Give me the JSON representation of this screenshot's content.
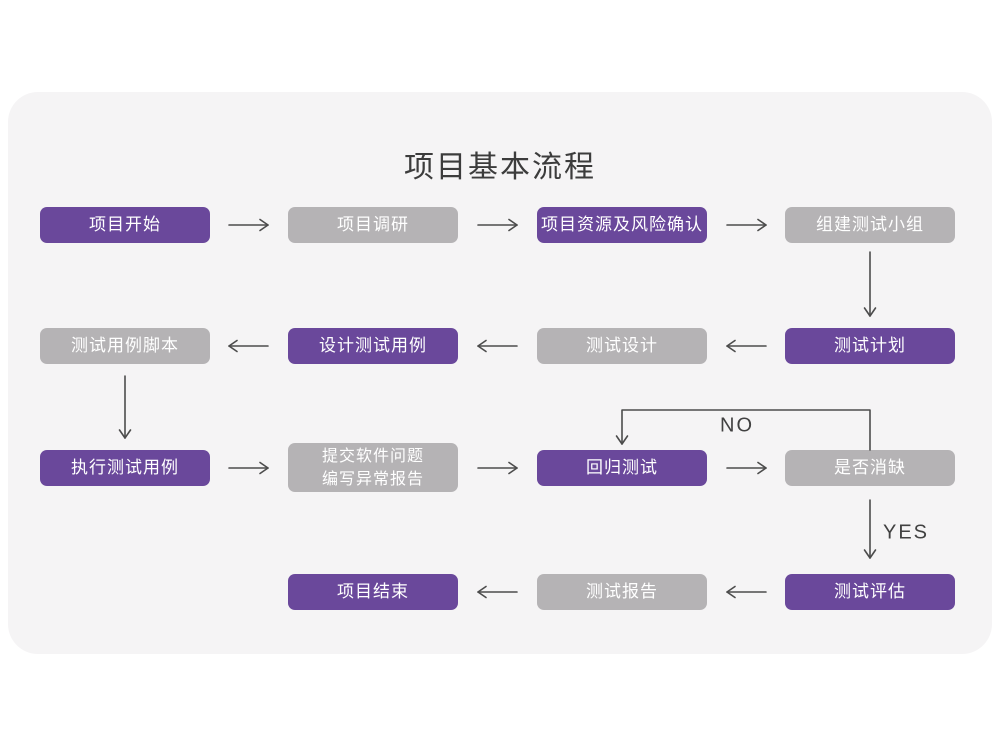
{
  "title": "项目基本流程",
  "colors": {
    "purple": "#6A489B",
    "gray": "#B5B3B5",
    "card": "#F5F4F5",
    "arrow": "#4C4C4C",
    "label": "#414141",
    "title": "#3C3C3C",
    "box_text": "#FFFFFF"
  },
  "flowchart": {
    "nodes": [
      {
        "id": "project-start",
        "label": "项目开始",
        "variant": "purple",
        "col": 0,
        "row": 0
      },
      {
        "id": "project-research",
        "label": "项目调研",
        "variant": "gray",
        "col": 1,
        "row": 0
      },
      {
        "id": "resource-risk",
        "label": "项目资源及风险确认",
        "variant": "purple",
        "col": 2,
        "row": 0
      },
      {
        "id": "build-test-team",
        "label": "组建测试小组",
        "variant": "gray",
        "col": 3,
        "row": 0
      },
      {
        "id": "test-plan",
        "label": "测试计划",
        "variant": "purple",
        "col": 3,
        "row": 1
      },
      {
        "id": "test-design",
        "label": "测试设计",
        "variant": "gray",
        "col": 2,
        "row": 1
      },
      {
        "id": "design-test-cases",
        "label": "设计测试用例",
        "variant": "purple",
        "col": 1,
        "row": 1
      },
      {
        "id": "test-case-script",
        "label": "测试用例脚本",
        "variant": "gray",
        "col": 0,
        "row": 1
      },
      {
        "id": "execute-test-cases",
        "label": "执行测试用例",
        "variant": "purple",
        "col": 0,
        "row": 2
      },
      {
        "id": "submit-issue-report",
        "label": "提交软件问题 编写异常报告",
        "lines": [
          "提交软件问题",
          "编写异常报告"
        ],
        "variant": "gray",
        "col": 1,
        "row": 2,
        "tall": true
      },
      {
        "id": "regression-test",
        "label": "回归测试",
        "variant": "purple",
        "col": 2,
        "row": 2
      },
      {
        "id": "defect-cleared",
        "label": "是否消缺",
        "variant": "gray",
        "col": 3,
        "row": 2
      },
      {
        "id": "test-evaluation",
        "label": "测试评估",
        "variant": "purple",
        "col": 3,
        "row": 3
      },
      {
        "id": "test-report",
        "label": "测试报告",
        "variant": "gray",
        "col": 2,
        "row": 3
      },
      {
        "id": "project-end",
        "label": "项目结束",
        "variant": "purple",
        "col": 1,
        "row": 3
      }
    ],
    "edge_labels": {
      "no": "NO",
      "yes": "YES"
    }
  }
}
